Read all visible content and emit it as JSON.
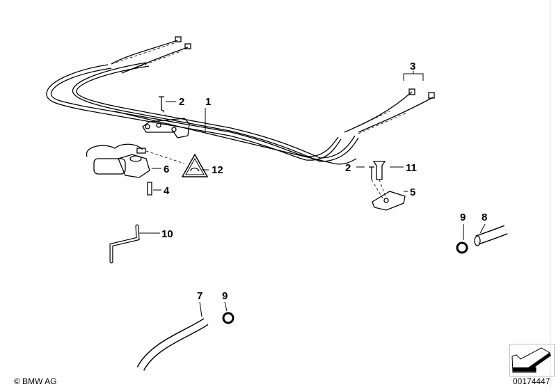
{
  "diagram": {
    "callouts": {
      "c1": "1",
      "c2a": "2",
      "c2b": "2",
      "c3": "3",
      "c4": "4",
      "c5": "5",
      "c6": "6",
      "c7": "7",
      "c8": "8",
      "c9a": "9",
      "c9b": "9",
      "c10": "10",
      "c11": "11",
      "c12": "12"
    }
  },
  "footer": {
    "copyright": "© BMW AG",
    "drawing_number": "00174447"
  }
}
